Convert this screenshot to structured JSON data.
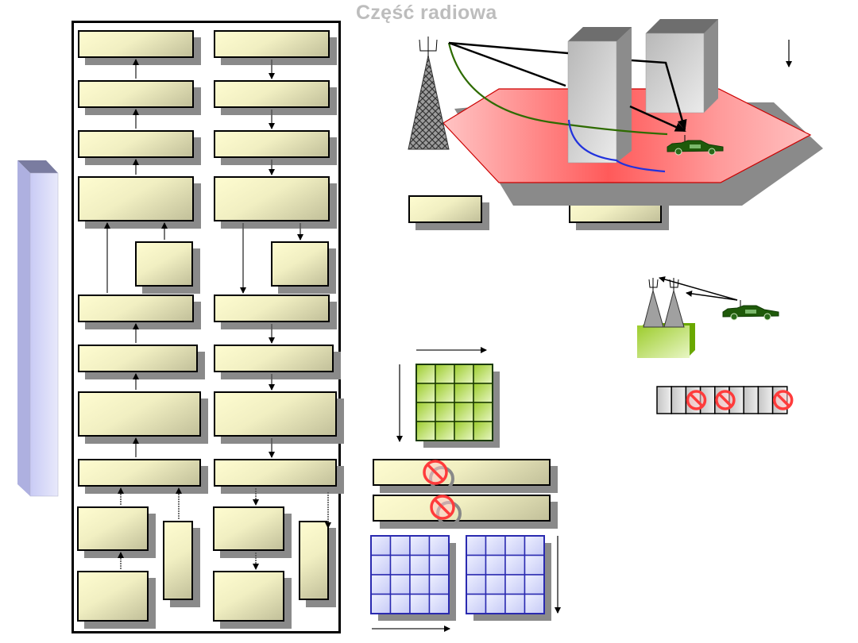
{
  "diagram": {
    "title": "Część radiowa",
    "colors": {
      "block_fill": "#f6f4c6",
      "block_shadow": "#8a8a8a",
      "radio_cell": "#ff8c8c",
      "cell_edge": "#cc0000",
      "building": "#c8c8c8",
      "path_green": "#2e6b00",
      "path_blue": "#2233dd",
      "path_black": "#000000",
      "green_grid": "#9ccc3c",
      "blue_grid": "#d8dcff",
      "blocked_symbol": "#ff3b3b",
      "side_pillar": "#c9cbf2"
    },
    "protocol_stack": {
      "left_column_direction": "up",
      "right_column_direction": "down",
      "left_blocks": 12,
      "right_blocks": 12
    },
    "radio_scene": {
      "elements": [
        "base-station-tower",
        "building-1",
        "building-2",
        "mobile-car",
        "hexagon-cell"
      ],
      "propagation_paths": [
        "direct-reflected",
        "diffracted-green",
        "diffracted-blue",
        "reflected-black"
      ]
    },
    "slot_bar": {
      "slot_count": 9,
      "blocked_slots": [
        3,
        5,
        9
      ]
    },
    "green_grid": {
      "rows": 4,
      "cols": 4
    },
    "blue_grids": [
      {
        "rows": 4,
        "cols": 4
      },
      {
        "rows": 4,
        "cols": 4
      }
    ],
    "blocked_bars": 2
  }
}
